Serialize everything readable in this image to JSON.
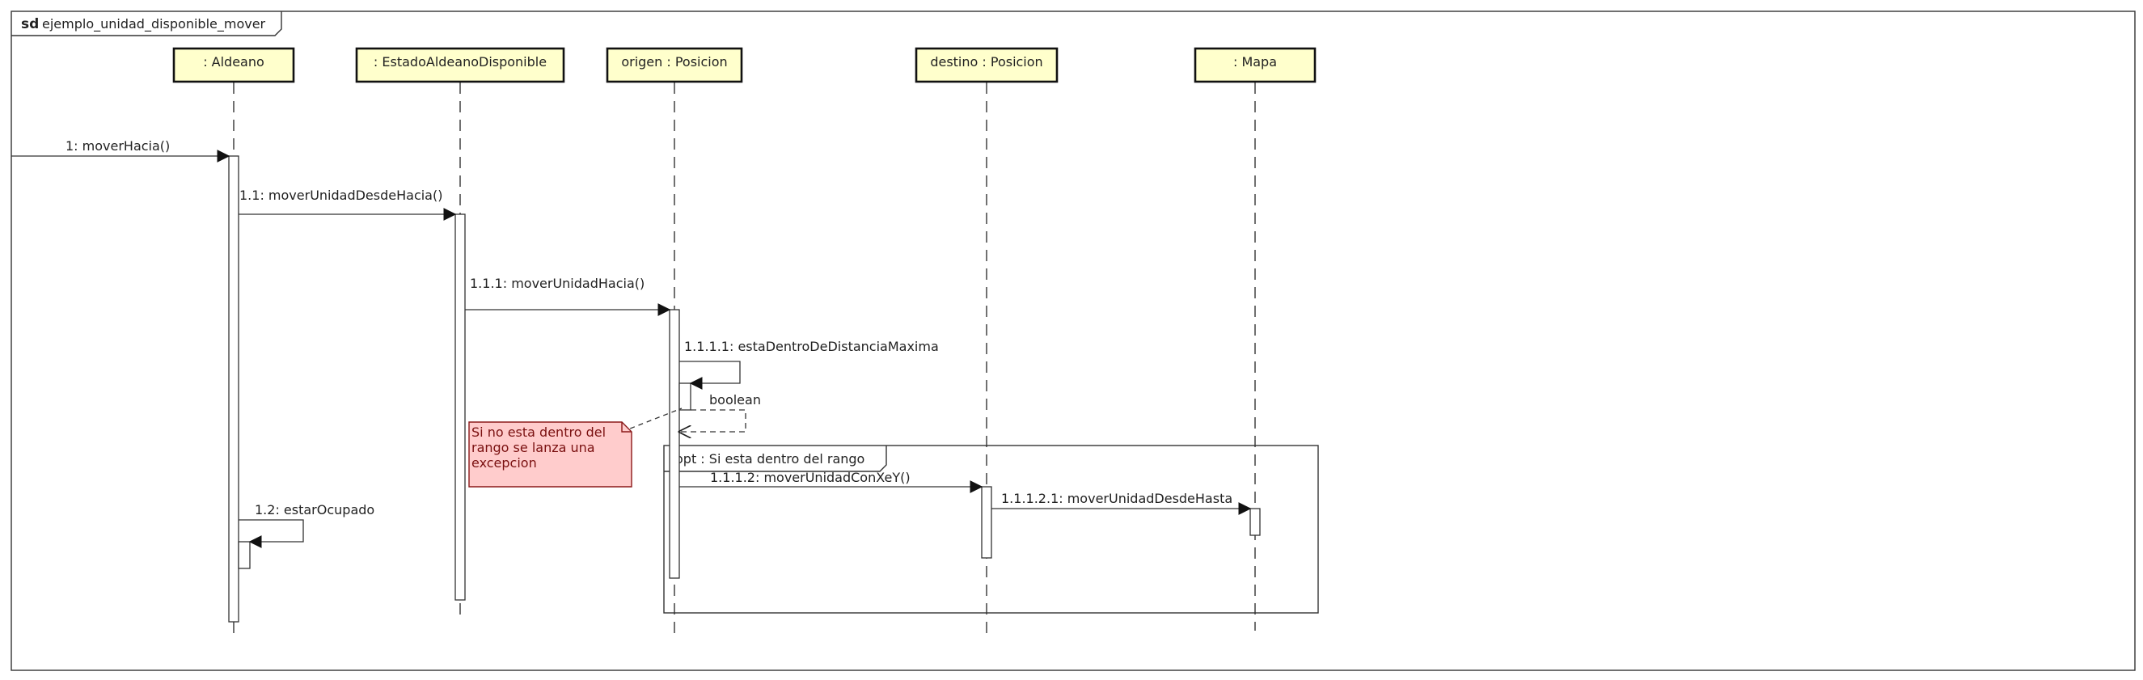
{
  "frame": {
    "keyword": "sd",
    "name": "ejemplo_unidad_disponible_mover"
  },
  "lifelines": [
    {
      "id": "aldeano",
      "label": ": Aldeano"
    },
    {
      "id": "estado",
      "label": ": EstadoAldeanoDisponible"
    },
    {
      "id": "origen",
      "label": "origen : Posicion"
    },
    {
      "id": "destino",
      "label": "destino : Posicion"
    },
    {
      "id": "mapa",
      "label": ": Mapa"
    }
  ],
  "messages": [
    {
      "id": "m1",
      "label": "1: moverHacia()"
    },
    {
      "id": "m11",
      "label": "1.1: moverUnidadDesdeHacia()"
    },
    {
      "id": "m111",
      "label": "1.1.1: moverUnidadHacia()"
    },
    {
      "id": "m1111",
      "label": "1.1.1.1: estaDentroDeDistanciaMaxima"
    },
    {
      "id": "ret1111",
      "label": "boolean"
    },
    {
      "id": "m1112",
      "label": "1.1.1.2: moverUnidadConXeY()"
    },
    {
      "id": "m11121",
      "label": "1.1.1.2.1: moverUnidadDesdeHasta"
    },
    {
      "id": "m12",
      "label": "1.2: estarOcupado"
    }
  ],
  "fragment": {
    "label": "opt : Si esta dentro del rango"
  },
  "note": {
    "lines": [
      "Si no esta dentro del",
      "rango se lanza una",
      "excepcion"
    ]
  },
  "colors": {
    "lifeline_head_fill": "#ffffcc",
    "note_fill": "#ffcccc",
    "note_border": "#8b1a1a",
    "line": "#222222"
  }
}
